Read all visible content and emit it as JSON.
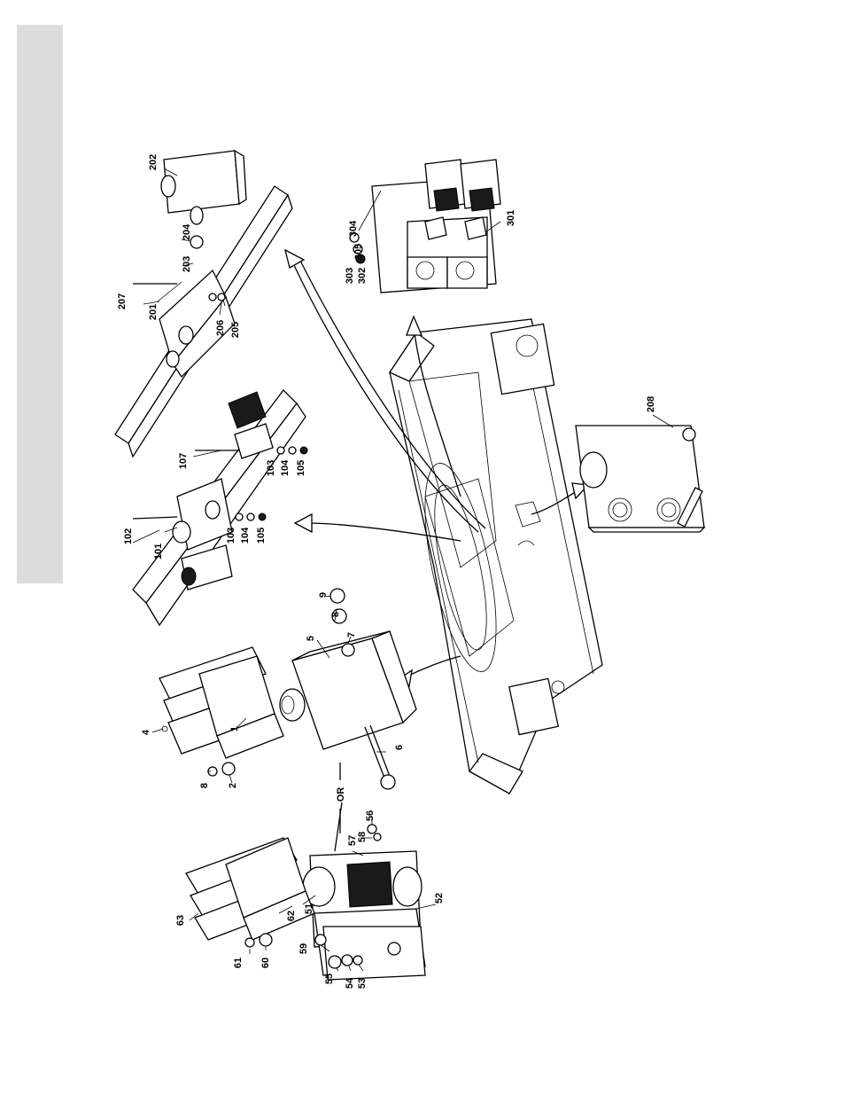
{
  "diagram": {
    "callouts": {
      "c1": "1",
      "c2": "2",
      "c4": "4",
      "c5": "5",
      "c6": "6",
      "c7": "7",
      "c8a": "8",
      "c8b": "8",
      "c9": "9",
      "c51": "51",
      "c52": "52",
      "c53": "53",
      "c54": "54",
      "c55": "55",
      "c56": "56",
      "c57": "57",
      "c58": "58",
      "c59": "59",
      "c60": "60",
      "c61": "61",
      "c62": "62",
      "c63": "63",
      "c101": "101",
      "c102": "102",
      "c103a": "103",
      "c103b": "103",
      "c104a": "104",
      "c104b": "104",
      "c105a": "105",
      "c105b": "105",
      "c107": "107",
      "c201": "201",
      "c202": "202",
      "c203": "203",
      "c204": "204",
      "c205": "205",
      "c206": "206",
      "c207": "207",
      "c208": "208",
      "c301": "301",
      "c302": "302",
      "c303": "303",
      "c304": "304",
      "c305": "305"
    },
    "or_label": "OR"
  }
}
